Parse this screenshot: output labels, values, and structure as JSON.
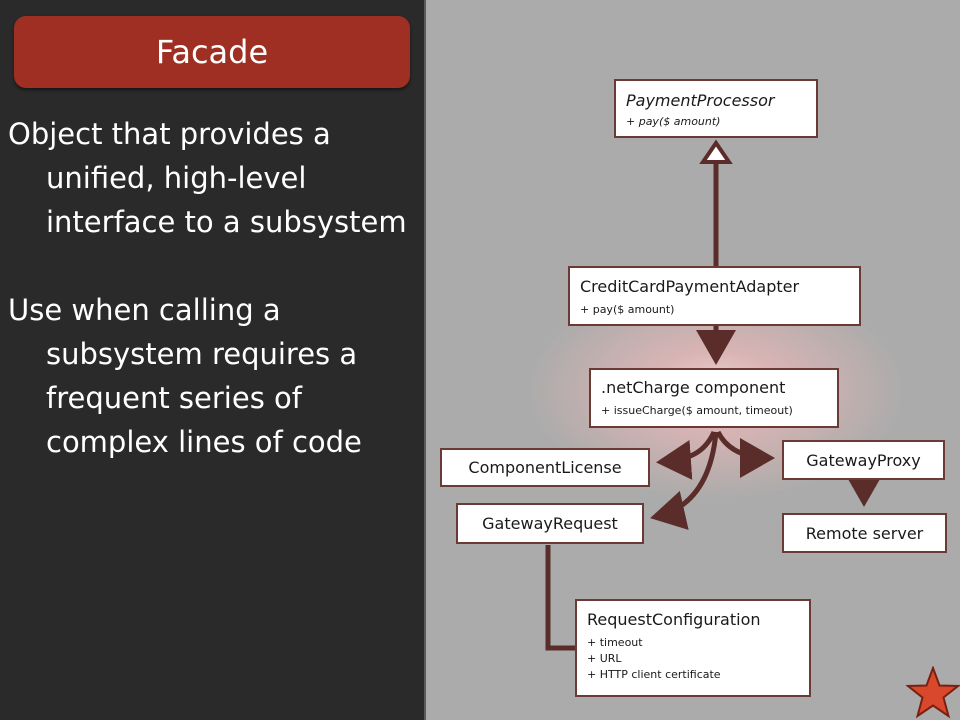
{
  "slide": {
    "title": "Facade",
    "paragraphs": [
      "Object that provides a unified, high-level interface to a subsystem",
      "Use when calling a subsystem requires a frequent series of complex lines of code"
    ]
  },
  "diagram": {
    "payment_processor": {
      "name": "PaymentProcessor",
      "method": "+ pay($ amount)"
    },
    "adapter": {
      "name": "CreditCardPaymentAdapter",
      "method": "+ pay($ amount)"
    },
    "netcharge": {
      "name": ".netCharge component",
      "method": "+ issueCharge($ amount, timeout)"
    },
    "component_license": "ComponentLicense",
    "gateway_proxy": "GatewayProxy",
    "gateway_request": "GatewayRequest",
    "remote_server": "Remote server",
    "request_config": {
      "name": "RequestConfiguration",
      "fields": [
        "+ timeout",
        "+ URL",
        "+ HTTP client certificate"
      ]
    }
  },
  "colors": {
    "title_bar": "#9e2f22",
    "connector": "#5a2d2a",
    "star": "#d9482a"
  }
}
